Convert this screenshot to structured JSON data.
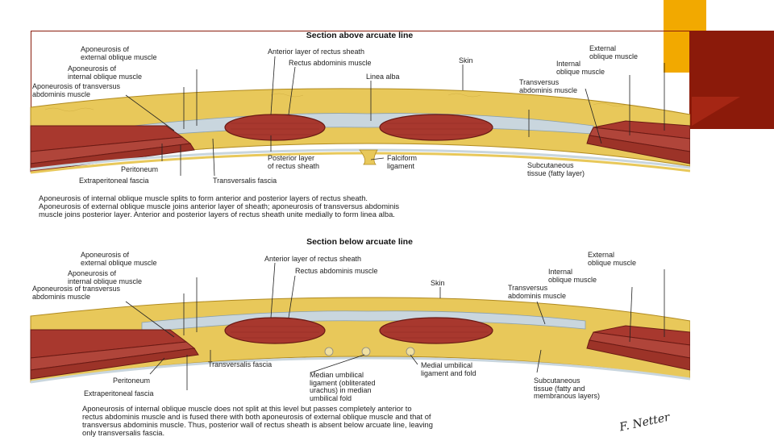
{
  "top": {
    "title": "Section above arcuate line",
    "labels": {
      "apo_ext": [
        "Aponeurosis of",
        "external oblique muscle"
      ],
      "apo_int": [
        "Aponeurosis of",
        "internal oblique muscle"
      ],
      "apo_trans": [
        "Aponeurosis of transversus",
        "abdominis muscle"
      ],
      "ant_layer": "Anterior layer of rectus sheath",
      "rectus": "Rectus abdominis muscle",
      "linea_alba": "Linea alba",
      "skin": "Skin",
      "ext_oblique": [
        "External",
        "oblique muscle"
      ],
      "int_oblique": [
        "Internal",
        "oblique muscle"
      ],
      "transversus": [
        "Transversus",
        "abdominis muscle"
      ],
      "peritoneum": "Peritoneum",
      "extraperitoneal": "Extraperitoneal fascia",
      "transversalis": "Transversalis fascia",
      "post_layer": [
        "Posterior layer",
        "of rectus sheath"
      ],
      "falciform": [
        "Falciform",
        "ligament"
      ],
      "subcutaneous": [
        "Subcutaneous",
        "tissue (fatty layer)"
      ]
    },
    "caption": [
      "Aponeurosis of internal oblique muscle splits to form anterior and posterior layers of rectus sheath.",
      "Aponeurosis of external oblique muscle joins anterior layer of sheath; aponeurosis of transversus abdominis",
      "muscle joins posterior layer. Anterior and posterior layers of rectus sheath unite medially to form linea alba."
    ]
  },
  "bottom": {
    "title": "Section below arcuate line",
    "labels": {
      "apo_ext": [
        "Aponeurosis of",
        "external oblique muscle"
      ],
      "apo_int": [
        "Aponeurosis of",
        "internal oblique muscle"
      ],
      "apo_trans": [
        "Aponeurosis of transversus",
        "abdominis muscle"
      ],
      "ant_layer": "Anterior layer of rectus sheath",
      "rectus": "Rectus abdominis muscle",
      "skin": "Skin",
      "ext_oblique": [
        "External",
        "oblique muscle"
      ],
      "int_oblique": [
        "Internal",
        "oblique muscle"
      ],
      "transversus": [
        "Transversus",
        "abdominis muscle"
      ],
      "transversalis": "Transversalis fascia",
      "peritoneum": "Peritoneum",
      "extraperitoneal": "Extraperitoneal fascia",
      "median_umb": [
        "Median umbilical",
        "ligament (obliterated",
        "urachus) in median",
        "umbilical fold"
      ],
      "medial_umb": [
        "Medial umbilical",
        "ligament and fold"
      ],
      "subcutaneous": [
        "Subcutaneous",
        "tissue (fatty and",
        "membranous layers)"
      ]
    },
    "caption": [
      "Aponeurosis of internal oblique muscle does not split at this level but passes completely anterior to",
      "rectus abdominis muscle and is fused there with both aponeurosis of external oblique muscle and that of",
      "transversus abdominis muscle. Thus, posterior wall of rectus sheath is absent below arcuate line, leaving",
      "only transversalis fascia."
    ]
  },
  "signature": "F. Netter",
  "colors": {
    "fat": "#e8c85a",
    "muscle": "#a8382e",
    "fascia": "#c9d6de",
    "accent_gold": "#f2a900",
    "accent_red": "#8b1a0a"
  }
}
